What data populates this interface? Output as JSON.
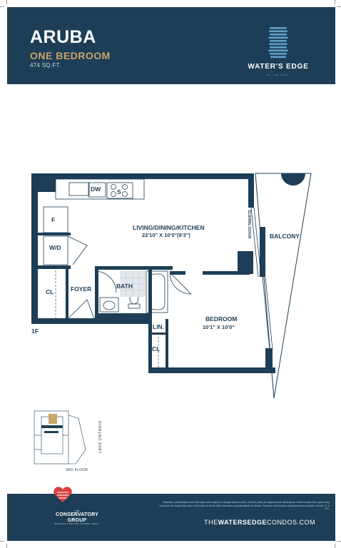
{
  "header": {
    "suite_name": "ARUBA",
    "suite_type": "ONE BEDROOM",
    "area": "474 SQ.FT.",
    "brand_name": "WATER'S EDGE",
    "brand_tagline": "AT THE COVE",
    "brand_icon": "wave-stack-icon"
  },
  "floorplan": {
    "living_label": "LIVING/DINING/KITCHEN",
    "living_dim": "22'10\" X 10'0\"(9'3\")",
    "bedroom_label": "BEDROOM",
    "bedroom_dim": "10'1\" X 10'0\"",
    "balcony_label": "BALCONY",
    "sliding_door_label": "SLIDING DOOR",
    "foyer_label": "FOYER",
    "bath_label": "BATH",
    "closet_label": "CL",
    "closet2_label": "CL",
    "linen_label": "LIN.",
    "washer_dryer_label": "W/D",
    "fridge_label": "F",
    "dishwasher_label": "DW",
    "stove_label": "S",
    "floor_label": "1F"
  },
  "keyplan": {
    "floor_label": "3RD FLOOR",
    "lake_label": "LAKE ONTARIO"
  },
  "footer": {
    "developer_name_line1": "THE",
    "developer_name_line2": "CONSERVATORY",
    "developer_name_line3": "GROUP",
    "developer_tagline": "BUILDING A BETTER FUTURE, TODAY",
    "disclaimer": "Materials, specifications and floor plans are subject to change without notice. All floor plans are approximate dimensions. Actual usable floor space may vary from the stated floor area. Each suite in series differ that sales representative for details. Furniture not included and placement is artist's concept. E. & O.E.",
    "website_prefix": "THE",
    "website_bold": "WATERSEDGE",
    "website_suffix": "CONDOS.COM"
  },
  "colors": {
    "navy": "#1d3e56",
    "gold": "#c9a46b",
    "highlight": "#c9a46b"
  }
}
